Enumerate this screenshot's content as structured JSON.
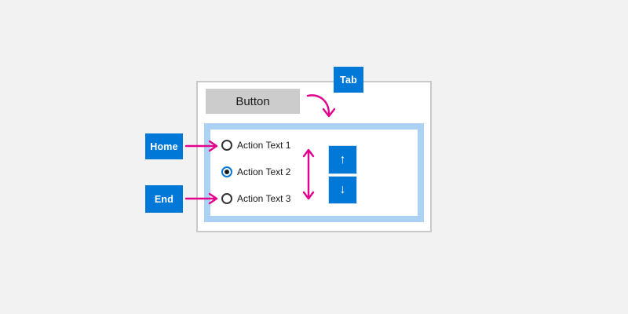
{
  "colors": {
    "background": "#f2f2f2",
    "panel_border": "#c9c9c9",
    "accent_blue": "#0078d7",
    "light_blue": "#abd2f2",
    "magenta": "#e3008c",
    "button_gray": "#cccccc",
    "text_dark": "#1a1a1a"
  },
  "diagram": {
    "button_label": "Button",
    "keys": {
      "tab": "Tab",
      "home": "Home",
      "end": "End"
    },
    "radio_group": {
      "items": [
        {
          "label": "Action Text 1",
          "selected": false
        },
        {
          "label": "Action Text 2",
          "selected": true
        },
        {
          "label": "Action Text 3",
          "selected": false
        }
      ]
    },
    "spinner": {
      "up_icon": "↑",
      "down_icon": "↓"
    }
  }
}
